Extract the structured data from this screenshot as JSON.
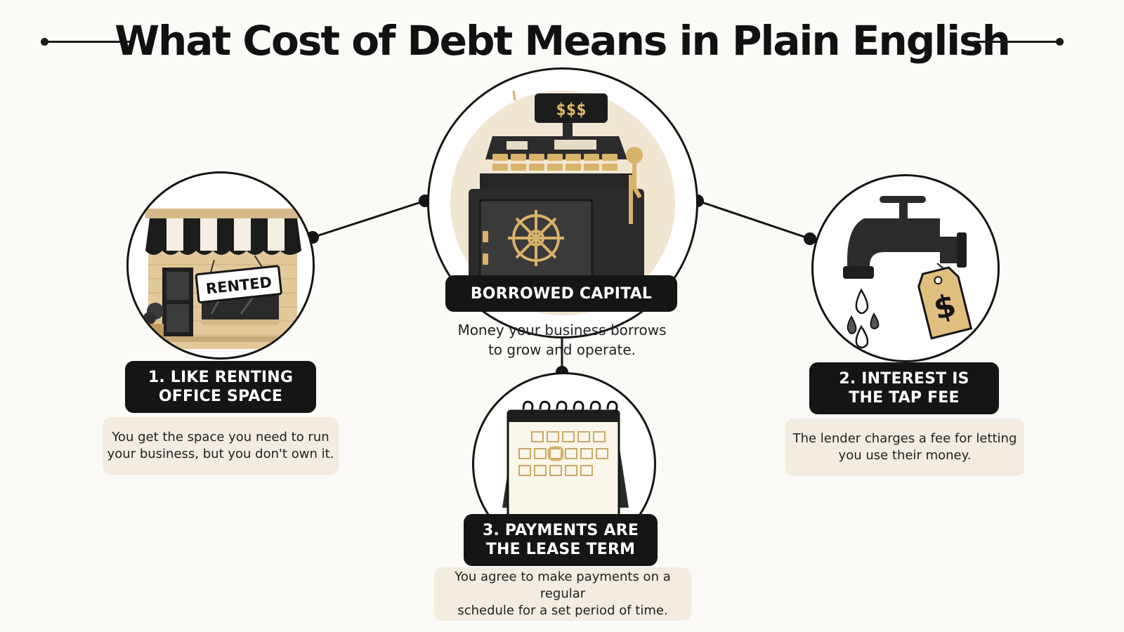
{
  "title": "What Cost of Debt Means in Plain English",
  "center": {
    "label": "BORROWED CAPITAL",
    "desc_line1": "Money your business borrows",
    "desc_line2": "to grow and operate.",
    "display_text": "$$$"
  },
  "item1": {
    "label_line1": "1. LIKE RENTING",
    "label_line2": "OFFICE SPACE",
    "desc_line1": "You get the space you need to run",
    "desc_line2": "your business, but you don't own it.",
    "sign_text": "RENTED"
  },
  "item2": {
    "label_line1": "2. INTEREST IS",
    "label_line2": "THE TAP FEE",
    "desc_line1": "The lender charges a fee for letting",
    "desc_line2": "you use their money.",
    "tag_text": "$"
  },
  "item3": {
    "label_line1": "3. PAYMENTS ARE",
    "label_line2": "THE LEASE TERM",
    "desc_line1": "You agree to make payments on a regular",
    "desc_line2": "schedule for a set period of time."
  },
  "colors": {
    "ink": "#151515",
    "gold": "#d9b36a",
    "cream": "#f3ece0",
    "background": "#fbfaf7"
  }
}
